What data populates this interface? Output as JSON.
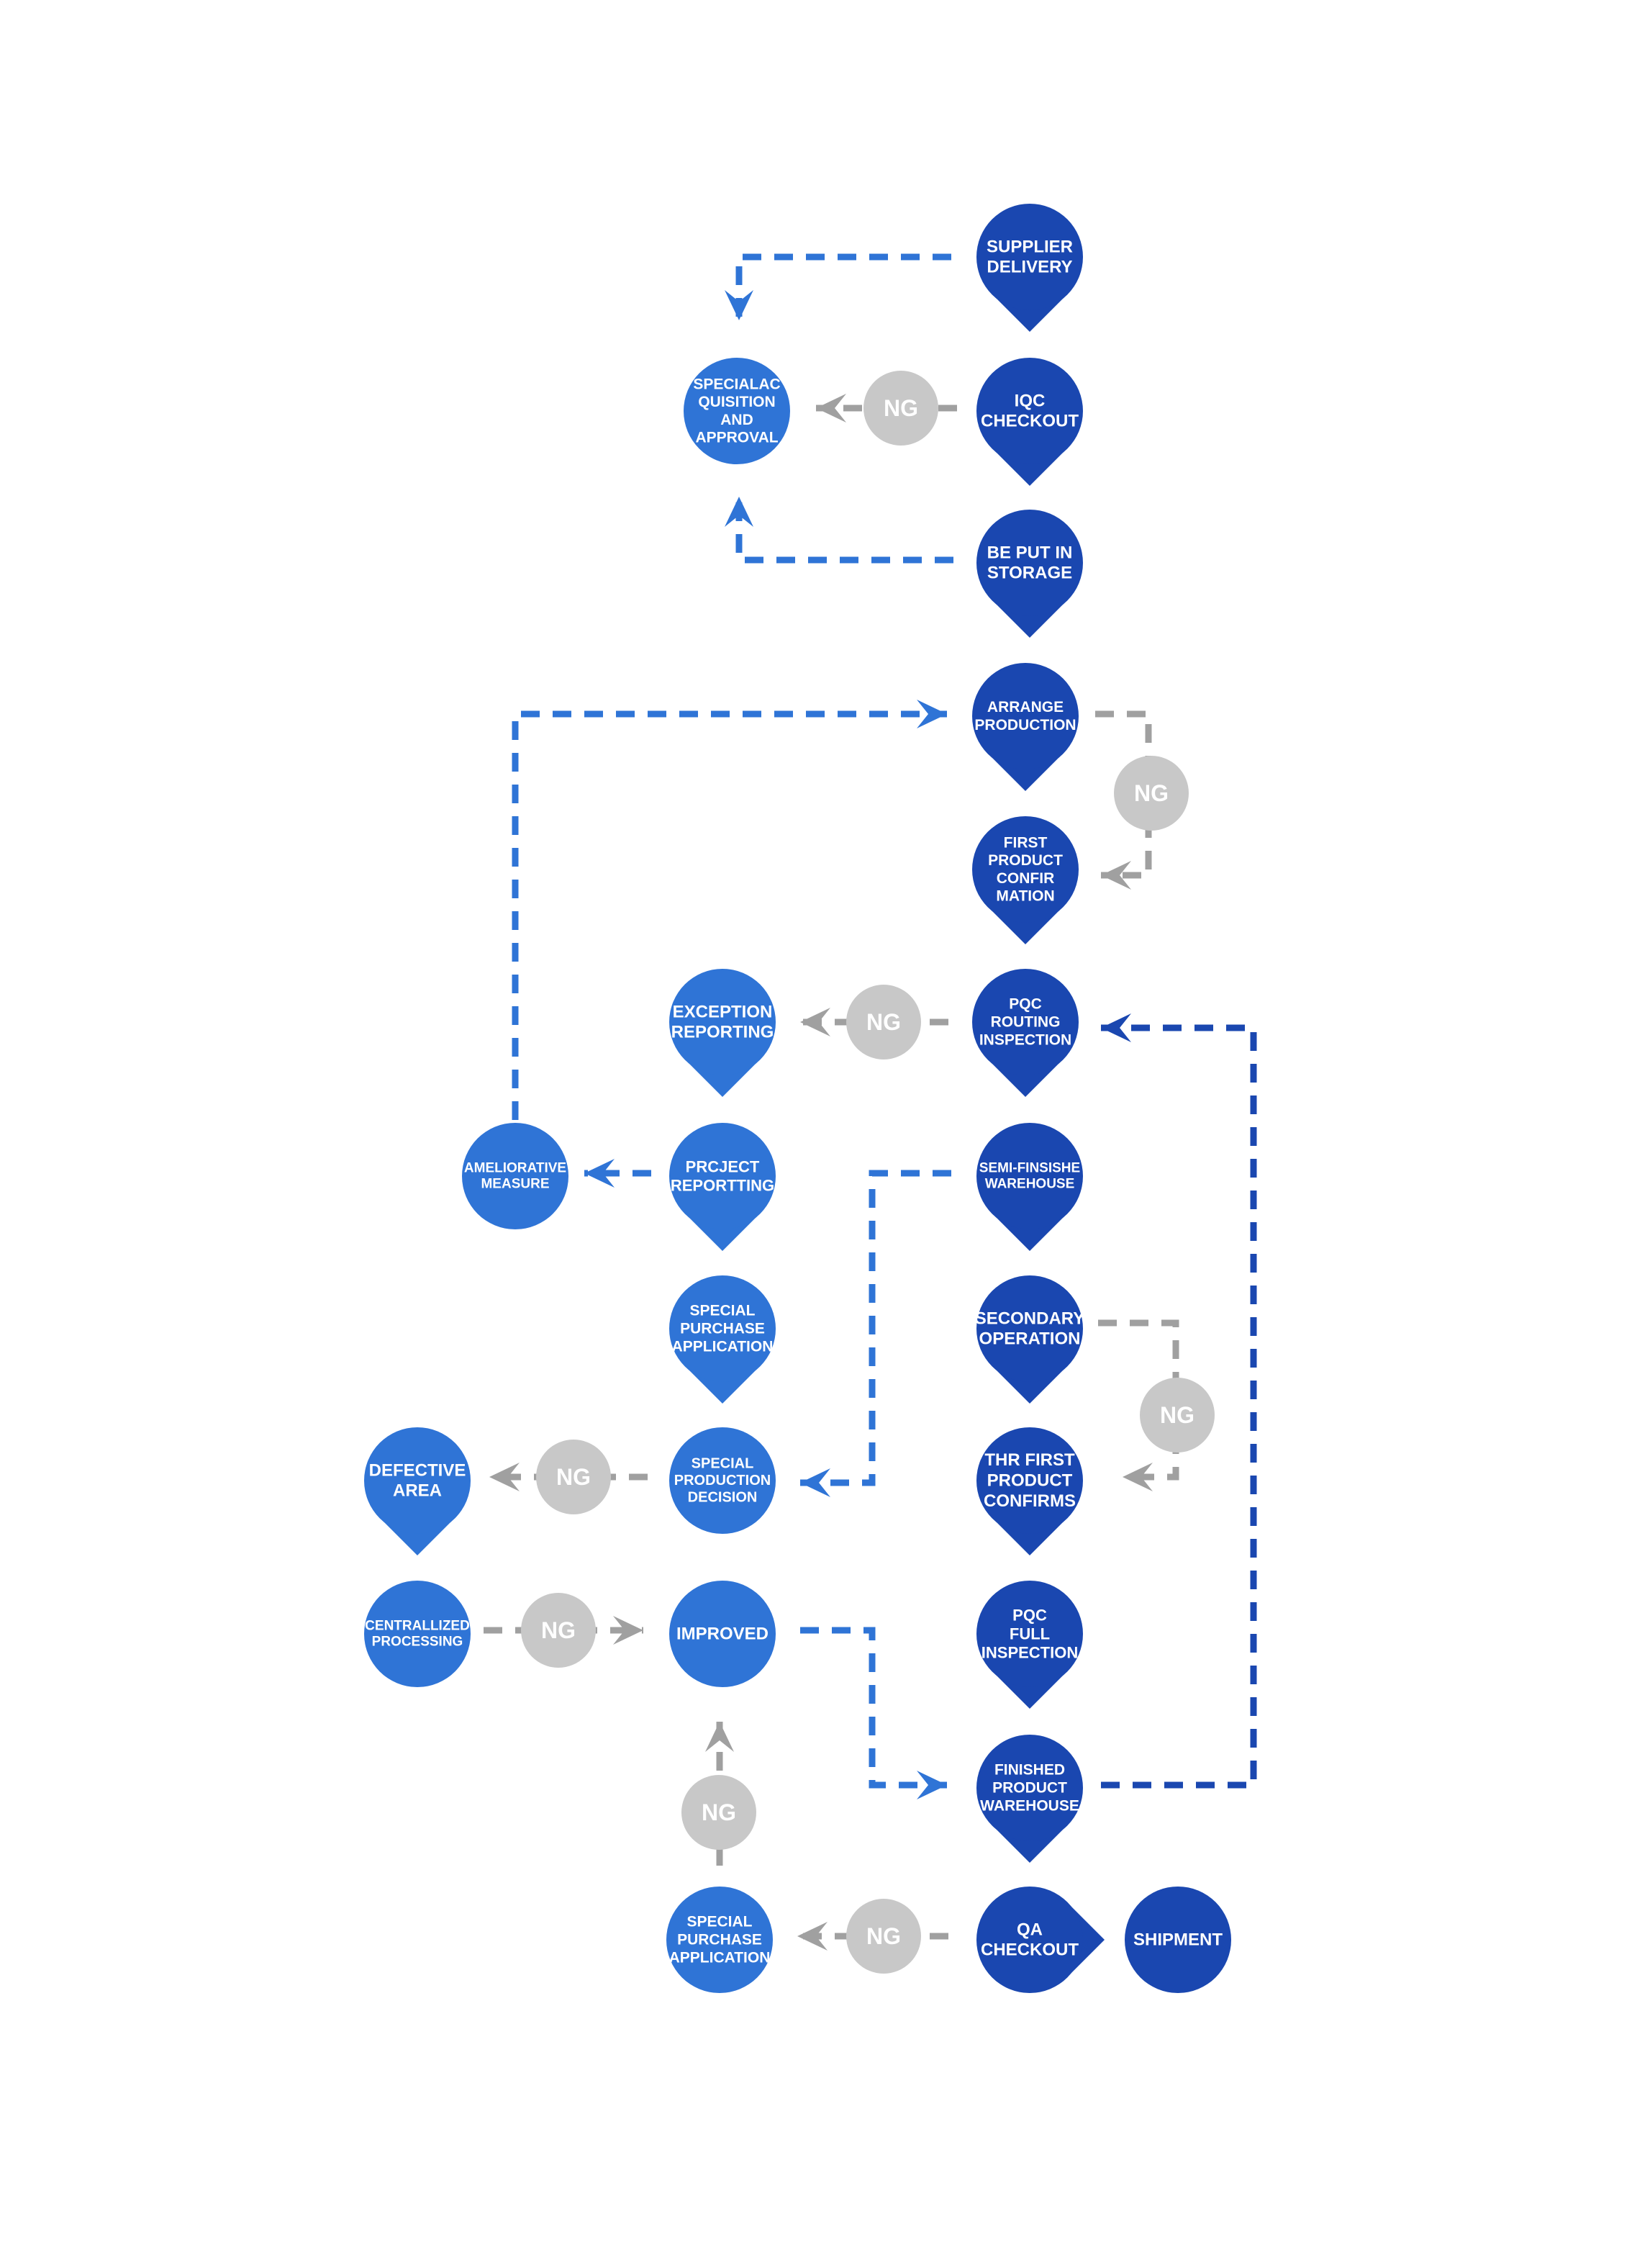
{
  "colors": {
    "dark_blue": "#1a47b0",
    "light_blue": "#2f74d6",
    "ng_gray": "#c8c8c8",
    "arrow_gray": "#a0a0a0",
    "background": "#ffffff"
  },
  "ng_label": "NG",
  "nodes": {
    "supplier_delivery": [
      "SUPPLIER",
      "DELIVERY"
    ],
    "iqc_checkout": [
      "IQC",
      "CHECKOUT"
    ],
    "be_put_in_storage": [
      "BE PUT IN",
      "STORAGE"
    ],
    "special_acquisition": [
      "SPECIALAC",
      "QUISITION",
      "AND",
      "APPROVAL"
    ],
    "arrange_production": [
      "ARRANGE",
      "PRODUCTION"
    ],
    "first_product_confirmation": [
      "FIRST",
      "PRODUCT",
      "CONFIR",
      "MATION"
    ],
    "pqc_routing_inspection": [
      "PQC",
      "ROUTING",
      "INSPECTION"
    ],
    "exception_reporting": [
      "EXCEPTION",
      "REPORTING"
    ],
    "project_reporting": [
      "PRCJECT",
      "REPORTTING"
    ],
    "ameliorative_measure": [
      "AMELIORATIVE",
      "MEASURE"
    ],
    "semi_finished_warehouse": [
      "SEMI-FINSISHE",
      "WAREHOUSE"
    ],
    "special_purchase_application_1": [
      "SPECIAL",
      "PURCHASE",
      "APPLICATION"
    ],
    "secondary_operation": [
      "SECONDARY",
      "OPERATION"
    ],
    "the_first_product_confirms": [
      "THR FIRST",
      "PRODUCT",
      "CONFIRMS"
    ],
    "special_production_decision": [
      "SPECIAL",
      "PRODUCTION",
      "DECISION"
    ],
    "defective_area": [
      "DEFECTIVE",
      "AREA"
    ],
    "centralized_processing": [
      "CENTRALLIZED",
      "PROCESSING"
    ],
    "improved": [
      "IMPROVED"
    ],
    "pqc_full_inspection": [
      "PQC",
      "FULL",
      "INSPECTION"
    ],
    "finished_product_warehouse": [
      "FINISHED",
      "PRODUCT",
      "WAREHOUSE"
    ],
    "special_purchase_application_2": [
      "SPECIAL",
      "PURCHASE",
      "APPLICATION"
    ],
    "qa_checkout": [
      "QA",
      "CHECKOUT"
    ],
    "shipment": [
      "SHIPMENT"
    ]
  }
}
